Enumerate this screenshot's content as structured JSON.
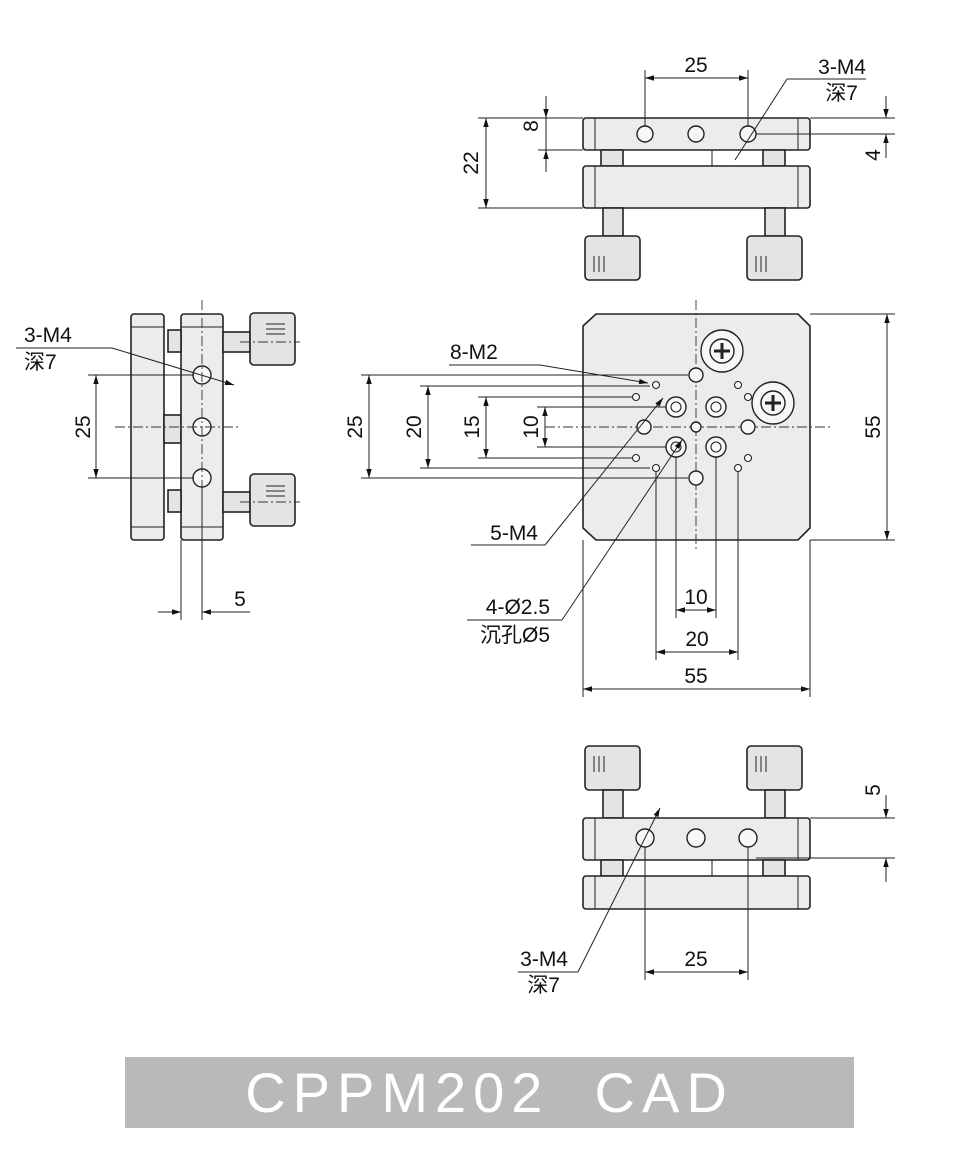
{
  "title": "CPPM202  CAD",
  "top_view": {
    "dim_width": "25",
    "dim_height_total": "22",
    "dim_height_hole": "8",
    "dim_right": "4",
    "hole_callout_line1": "3-M4",
    "hole_callout_line2": "深7"
  },
  "side_view": {
    "hole_callout_line1": "3-M4",
    "hole_callout_line2": "深7",
    "dim_spacing": "25",
    "dim_offset": "5"
  },
  "front_view": {
    "callout_m2": "8-M2",
    "dim_v25": "25",
    "dim_v20": "20",
    "dim_v15": "15",
    "dim_v10": "10",
    "dim_h55_right": "55",
    "callout_m4": "5-M4",
    "callout_hole_line1": "4-Ø2.5",
    "callout_hole_line2": "沉孔Ø5",
    "dim_h10": "10",
    "dim_h20": "20",
    "dim_w55": "55"
  },
  "bottom_view": {
    "dim_right": "5",
    "hole_callout_line1": "3-M4",
    "hole_callout_line2": "深7",
    "dim_width": "25"
  }
}
